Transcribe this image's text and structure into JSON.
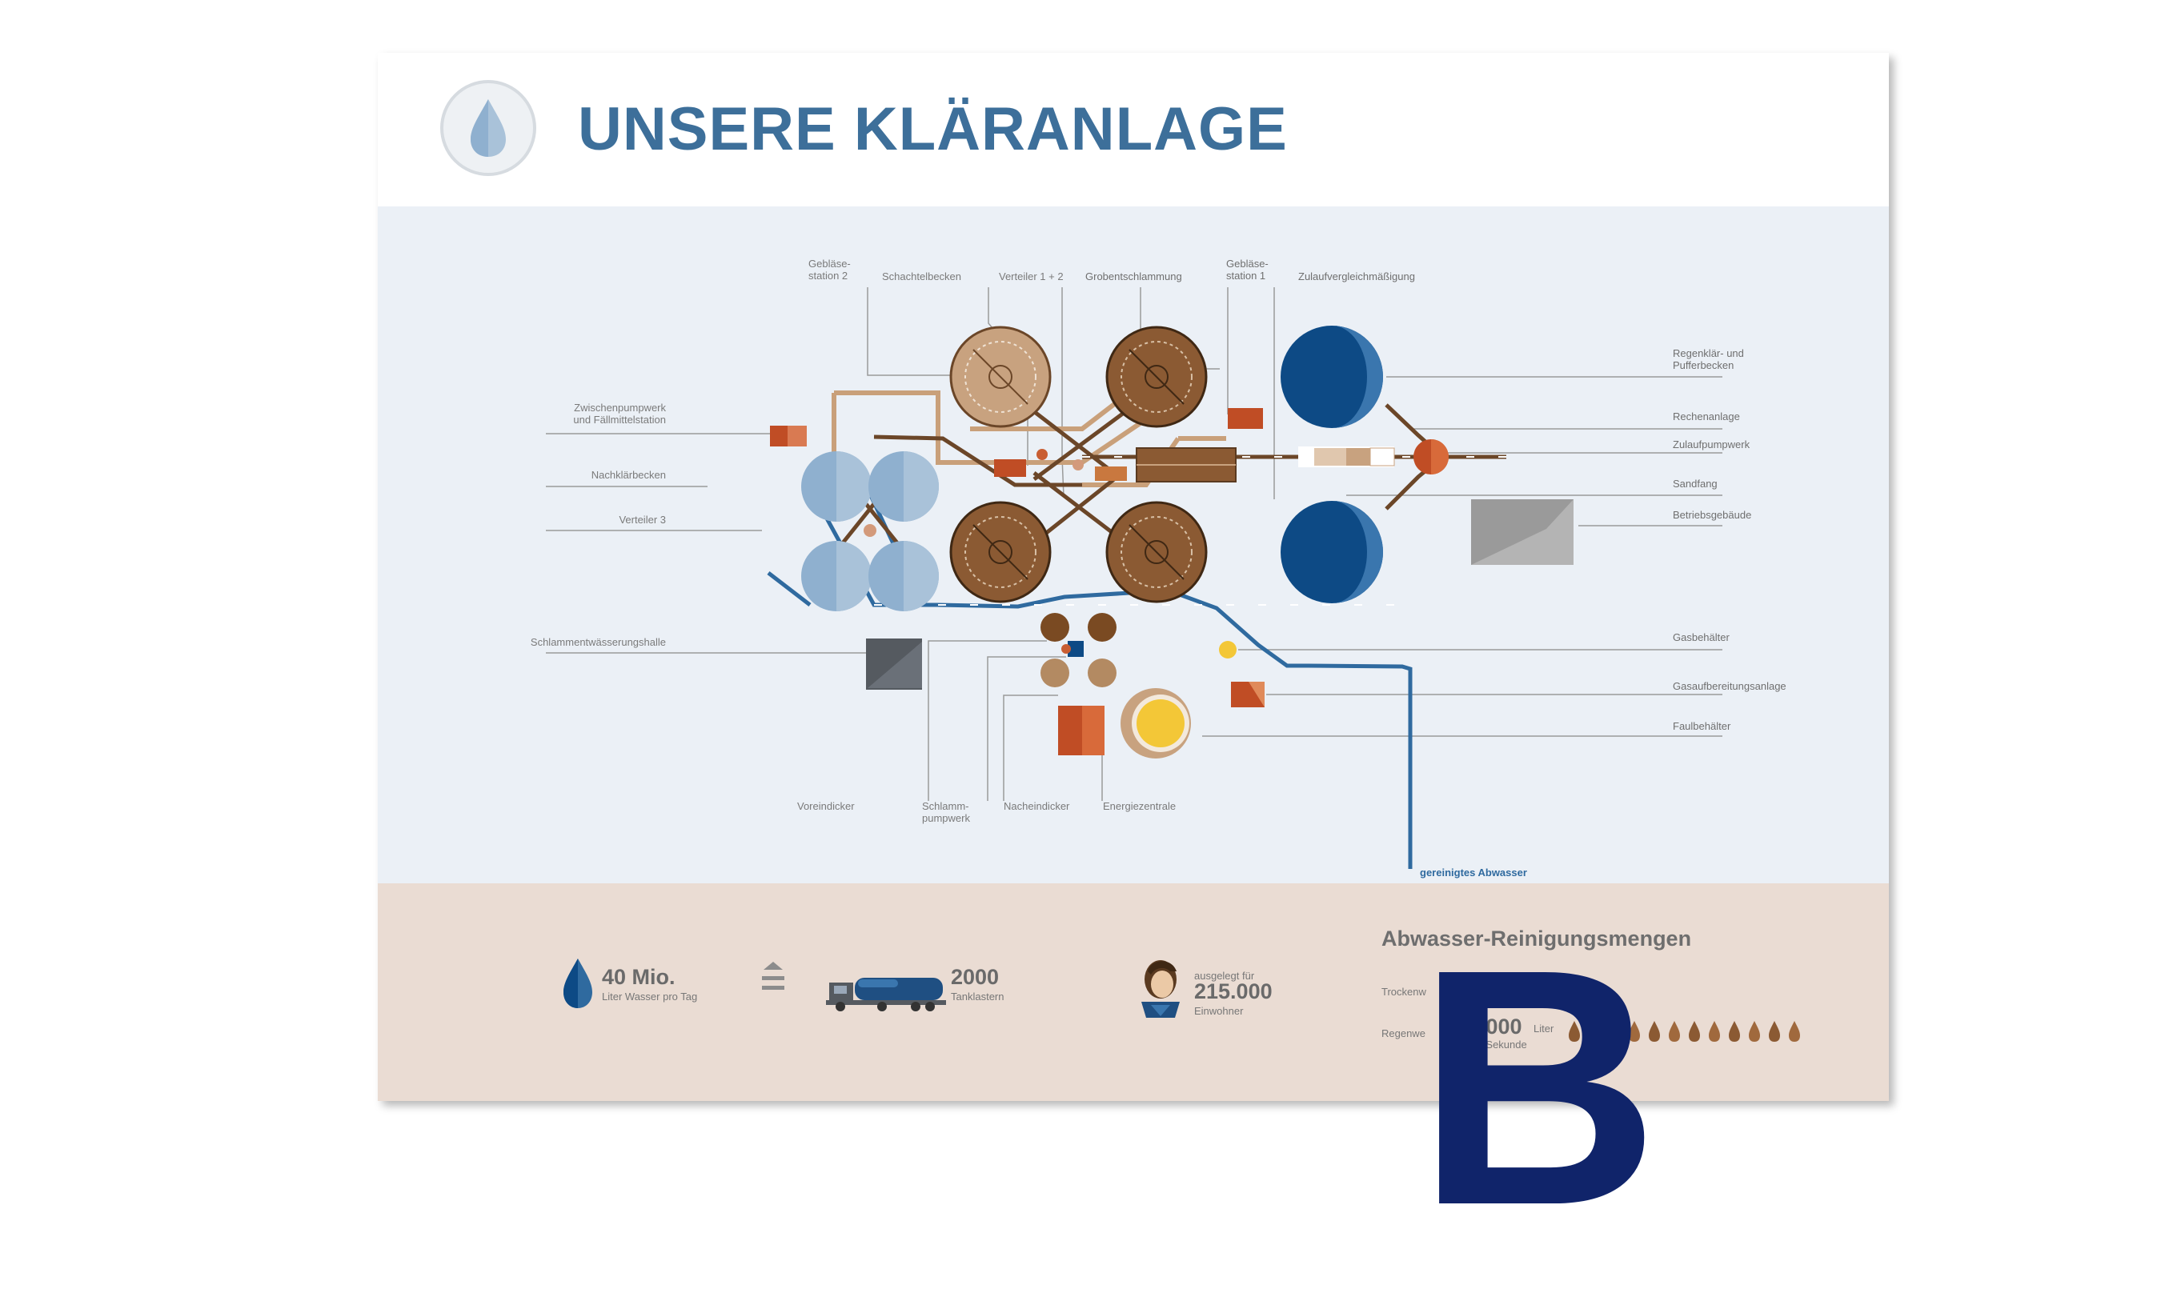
{
  "header": {
    "title": "UNSERE KLÄRANLAGE"
  },
  "labels_left": {
    "zwischenpumpwerk": "Zwischenpumpwerk\nund Fällmittelstation",
    "nachklaerbecken": "Nachklärbecken",
    "verteiler3": "Verteiler 3",
    "schlammentwaesserung": "Schlammentwässerungshalle"
  },
  "labels_top": {
    "geblaese2": "Gebläse-\nstation 2",
    "schachtelbecken": "Schachtelbecken",
    "verteiler12": "Verteiler 1 + 2",
    "grobentschlammung": "Grobentschlammung",
    "geblaese1": "Gebläse-\nstation 1",
    "zulaufvergleich": "Zulaufvergleichmäßigung"
  },
  "labels_right": {
    "regenklaer": "Regenklär- und\nPufferbecken",
    "rechenanlage": "Rechenanlage",
    "zulaufpumpwerk": "Zulaufpumpwerk",
    "sandfang": "Sandfang",
    "betriebsgebaeude": "Betriebsgebäude",
    "gasbehaelter": "Gasbehälter",
    "gasaufbereitung": "Gasaufbereitungsanlage",
    "faulbehaelter": "Faulbehälter"
  },
  "labels_bottom": {
    "voreindicker": "Voreindicker",
    "schlammpumpwerk": "Schlamm-\npumpwerk",
    "nacheindicker": "Nacheindicker",
    "energiezentrale": "Energiezentrale"
  },
  "outflow": "gereinigtes Abwasser",
  "stats": {
    "water_value": "40 Mio.",
    "water_caption": "Liter Wasser pro Tag",
    "equals_icon": "equals-icon",
    "trucks_value": "2000",
    "trucks_caption": "Tanklastern",
    "residents_prefix": "ausgelegt für",
    "residents_value": "215.000",
    "residents_caption": "Einwohner"
  },
  "mengen": {
    "title": "Abwasser-Reinigungsmengen",
    "row1_label": "Trockenw",
    "row2_label": "Regenwe",
    "row2_value": "5.000",
    "row2_unit": "Liter",
    "row2_caption": "pro Sekunde",
    "row2_drop_count": 12
  },
  "overlay_letter": "B",
  "colors": {
    "title_blue": "#3d6f9a",
    "dark_blue": "#0d4a85",
    "light_blue": "#8fb0cf",
    "brown": "#8b5a33",
    "tan": "#c8a27f",
    "rust": "#c04d25",
    "yellow": "#f3c737",
    "gray": "#8c8c8c",
    "letter_navy": "#10246a"
  }
}
